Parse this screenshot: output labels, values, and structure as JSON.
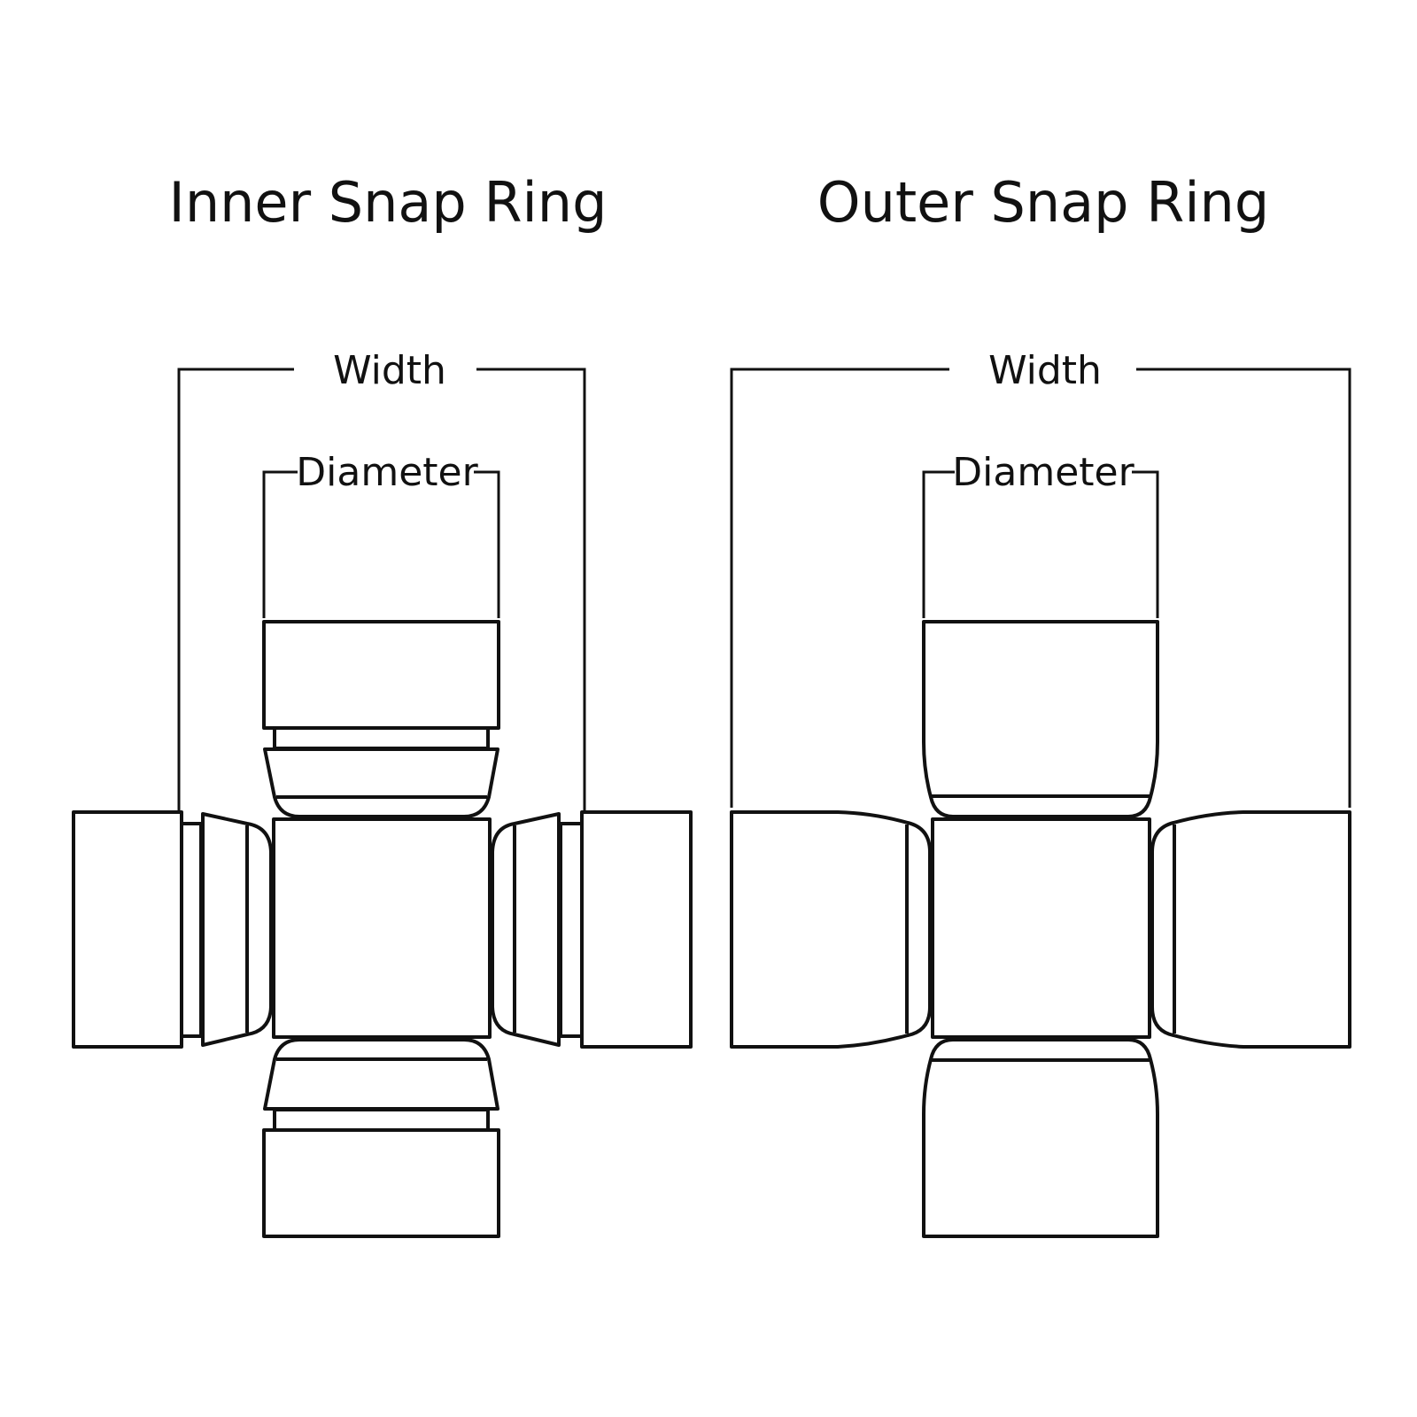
{
  "panels": {
    "inner": {
      "title": "Inner Snap Ring",
      "width_label": "Width",
      "diameter_label": "Diameter"
    },
    "outer": {
      "title": "Outer Snap Ring",
      "width_label": "Width",
      "diameter_label": "Diameter"
    }
  },
  "colors": {
    "line": "#111111",
    "background": "#ffffff"
  }
}
